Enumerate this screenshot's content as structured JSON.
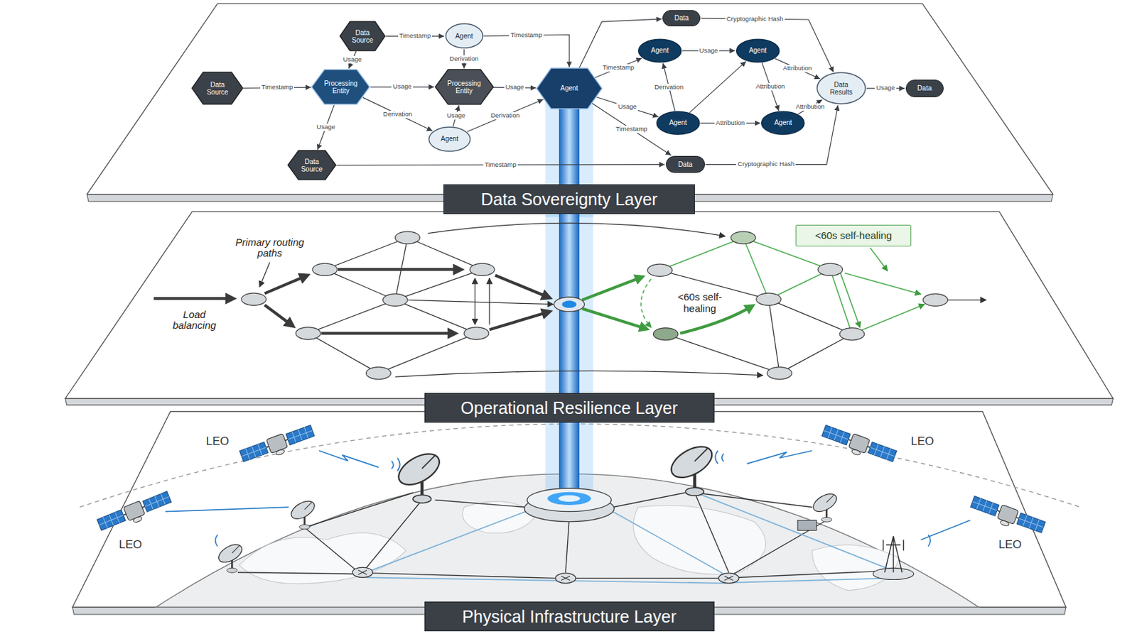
{
  "diagram": {
    "nodes": [
      {
        "text": [
          "Data Sovereignty Layer"
        ]
      },
      {
        "text": [
          "Data Source"
        ],
        "in": 0
      },
      {
        "text": [
          "Agent"
        ],
        "in": 0
      },
      {
        "text": [
          "Data Source"
        ],
        "in": 0
      },
      {
        "text": [
          "Processing Entity"
        ],
        "in": 0
      },
      {
        "text": [
          "Processing Entity"
        ],
        "in": 0
      },
      {
        "text": [
          "Agent"
        ],
        "in": 0
      },
      {
        "text": [
          "Agent"
        ],
        "in": 0
      },
      {
        "text": [
          "Data Source"
        ],
        "in": 0
      },
      {
        "text": [
          "Data"
        ],
        "in": 0
      },
      {
        "text": [
          "Agent"
        ],
        "in": 0
      },
      {
        "text": [
          "Agent"
        ],
        "in": 0
      },
      {
        "text": [
          "Agent"
        ],
        "in": 0
      },
      {
        "text": [
          "Agent"
        ],
        "in": 0
      },
      {
        "text": [
          "Data Results"
        ],
        "in": 0
      },
      {
        "text": [
          "Data"
        ],
        "in": 0
      },
      {
        "text": [
          "Data"
        ],
        "in": 0
      },
      {
        "text": [
          "Operational Resilience Layer"
        ]
      },
      {
        "text": [
          "<60s self-healing"
        ],
        "in": 17
      },
      {
        "text": [
          "Physical Infrastructure Layer"
        ]
      }
    ],
    "edges": [
      {
        "from": 1,
        "to": 2,
        "arrow": "to",
        "label": "Timestamp"
      },
      {
        "from": 2,
        "to": 6,
        "arrow": "to",
        "label": "Timestamp"
      },
      {
        "from": 1,
        "to": 4,
        "arrow": "to",
        "label": "Usage"
      },
      {
        "from": 2,
        "to": 5,
        "arrow": "to",
        "label": "Derivation"
      },
      {
        "from": 3,
        "to": 4,
        "arrow": "to",
        "label": "Timestamp"
      },
      {
        "from": 4,
        "to": 5,
        "arrow": "to",
        "label": "Usage"
      },
      {
        "from": 5,
        "to": 6,
        "arrow": "to",
        "label": "Usage"
      },
      {
        "from": 4,
        "to": 7,
        "arrow": "to",
        "label": "Derivation"
      },
      {
        "from": 7,
        "to": 5,
        "arrow": "to",
        "label": "Usage"
      },
      {
        "from": 7,
        "to": 6,
        "arrow": "to",
        "label": "Derivation"
      },
      {
        "from": 4,
        "to": 8,
        "arrow": "to",
        "label": "Usage"
      },
      {
        "from": 8,
        "to": 16,
        "arrow": "to",
        "label": "Timestamp"
      },
      {
        "from": 6,
        "to": 9,
        "arrow": "to"
      },
      {
        "from": 6,
        "to": 10,
        "arrow": "to",
        "label": "Timestamp"
      },
      {
        "from": 6,
        "to": 12,
        "arrow": "to",
        "label": "Usage"
      },
      {
        "from": 6,
        "to": 16,
        "arrow": "to",
        "label": "Timestamp"
      },
      {
        "from": 10,
        "to": 11,
        "arrow": "to",
        "label": "Usage"
      },
      {
        "from": 12,
        "to": 10,
        "arrow": "to",
        "label": "Derivation"
      },
      {
        "from": 12,
        "to": 11,
        "arrow": "to"
      },
      {
        "from": 12,
        "to": 13,
        "arrow": "to",
        "label": "Attribution"
      },
      {
        "from": 11,
        "to": 13,
        "arrow": "to",
        "label": "Attribution"
      },
      {
        "from": 11,
        "to": 14,
        "arrow": "to",
        "label": "Attribution"
      },
      {
        "from": 13,
        "to": 14,
        "arrow": "to",
        "label": "Attribution"
      },
      {
        "from": 9,
        "to": 14,
        "arrow": "to",
        "label": "Cryptographic Hash"
      },
      {
        "from": 16,
        "to": 14,
        "arrow": "to",
        "label": "Cryptographic Hash"
      },
      {
        "from": 14,
        "to": 15,
        "arrow": "to",
        "label": "Usage"
      }
    ],
    "labels": [
      "Primary routing paths",
      "Load balancing",
      "<60s self-healing",
      "LEO",
      "LEO",
      "LEO",
      "LEO"
    ]
  }
}
